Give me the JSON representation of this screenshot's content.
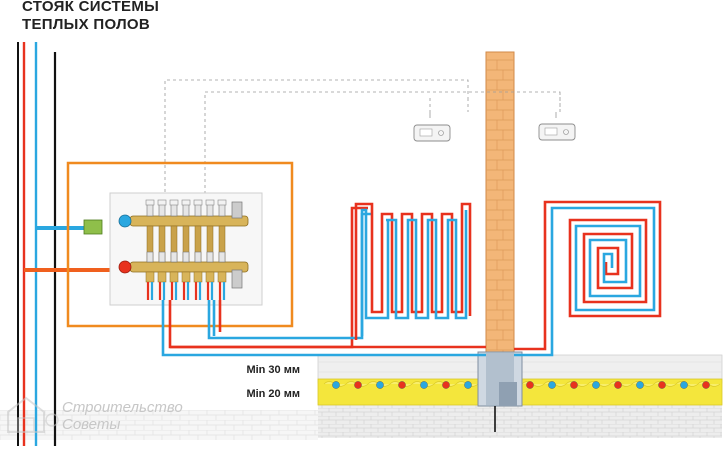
{
  "title": {
    "line1": "СТОЯК СИСТЕМЫ",
    "line2": "ТЕПЛЫХ ПОЛОВ"
  },
  "labels": {
    "min_30": "Min 30 мм",
    "min_20": "Min 20 мм"
  },
  "watermark": {
    "line1": "Строительство",
    "line2": "Советы"
  },
  "colors": {
    "supply": "#e8321e",
    "return": "#2aa7e0",
    "cabinet": "#f08a1f",
    "column": "#f2a45c",
    "insulation": "#f4e63c",
    "screed": "#e9e9e9"
  },
  "icons": [
    "manifold-icon",
    "thermostat-icon",
    "logo-icon"
  ]
}
